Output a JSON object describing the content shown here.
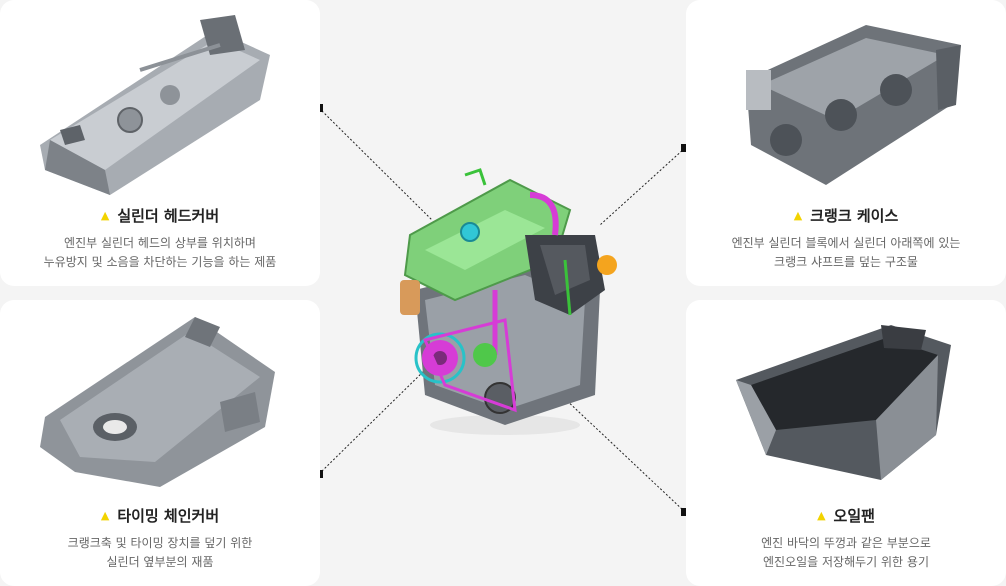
{
  "parts": {
    "cylinder_head_cover": {
      "title": "실린더 헤드커버",
      "desc_line1": "엔진부 실린더 헤드의 상부를 위치하며",
      "desc_line2": "누유방지 및 소음을 차단하는 기능을 하는 제품"
    },
    "timing_chain_cover": {
      "title": "타이밍 체인커버",
      "desc_line1": "크랭크축 및 타이밍 장치를 덮기 위한",
      "desc_line2": "실린더 옆부분의 재품"
    },
    "crank_case": {
      "title": "크랭크 케이스",
      "desc_line1": "엔진부 실린더 블록에서 실린더 아래쪽에 있는",
      "desc_line2": "크랭크 샤프트를 덮는 구조물"
    },
    "oil_pan": {
      "title": "오일팬",
      "desc_line1": "엔진 바닥의 뚜껑과 같은 부분으로",
      "desc_line2": "엔진오일을 저장해두기 위한 용기"
    }
  },
  "colors": {
    "accent_triangle": "#f2d300",
    "card_bg": "#ffffff",
    "page_bg": "#f4f4f4",
    "engine_green": "#7fd07a",
    "engine_magenta": "#d63cd6",
    "engine_gray": "#8a8f96"
  }
}
